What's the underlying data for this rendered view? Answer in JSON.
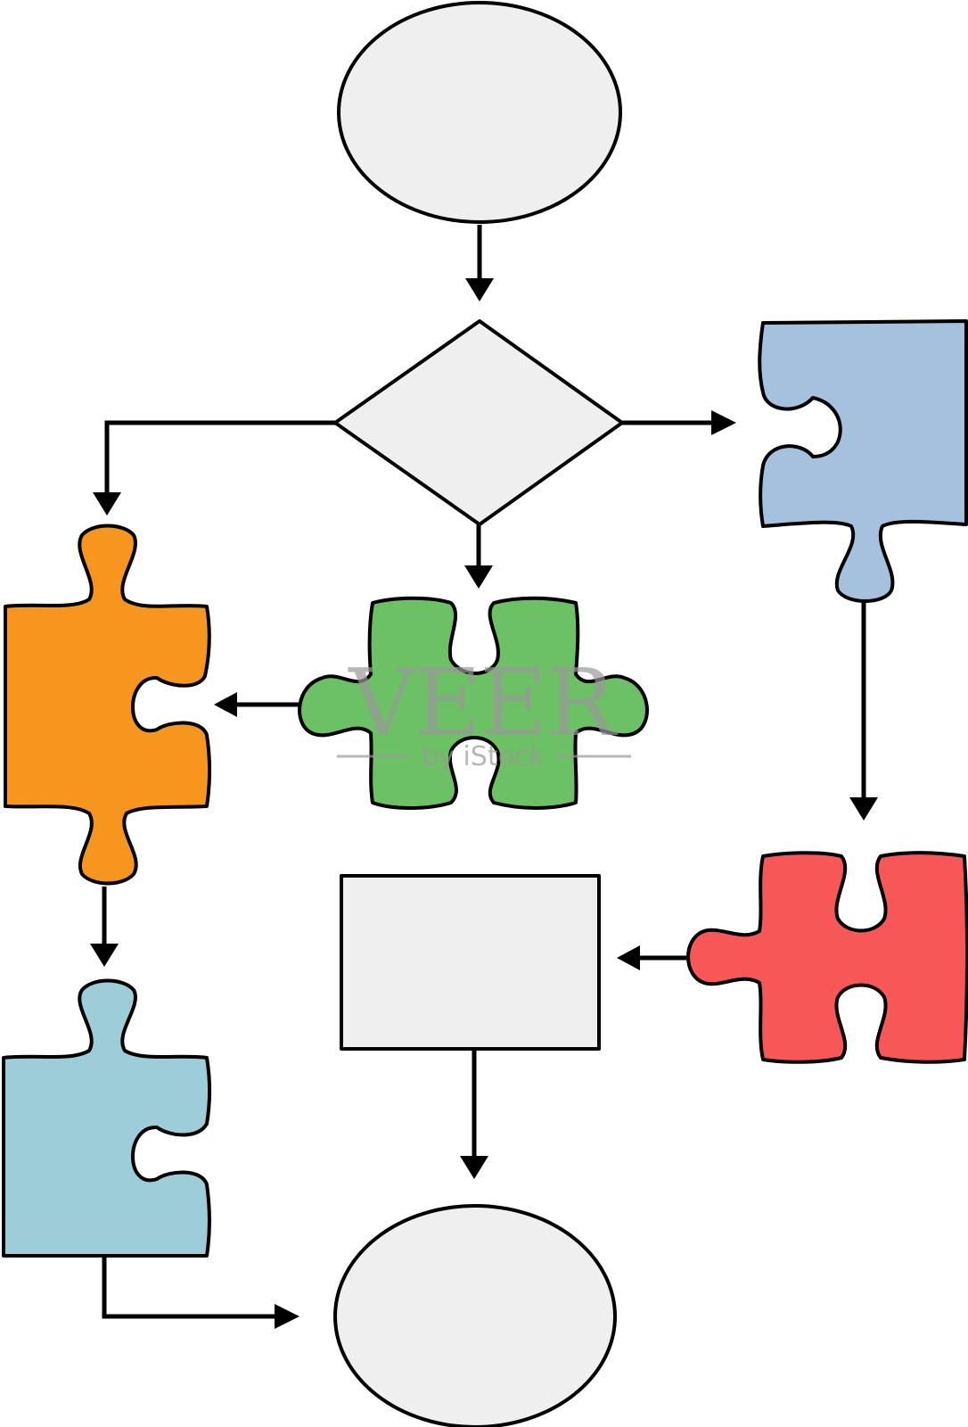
{
  "diagram": {
    "colors": {
      "terminal_fill": "#efefef",
      "decision_fill": "#efefef",
      "process_fill": "#efefef",
      "outline": "#000000",
      "piece_blue": "#a5c1dd",
      "piece_orange": "#f6961f",
      "piece_green": "#6cc165",
      "piece_red": "#f85757",
      "piece_teal": "#9ccdd8"
    },
    "shape_names": [
      "start-oval",
      "decision-diamond",
      "puzzle-piece-blue",
      "puzzle-piece-orange",
      "puzzle-piece-green",
      "puzzle-piece-red",
      "process-rectangle",
      "puzzle-piece-teal",
      "end-oval"
    ],
    "flow": [
      [
        "start-oval",
        "decision-diamond"
      ],
      [
        "decision-diamond",
        "puzzle-piece-blue"
      ],
      [
        "decision-diamond",
        "puzzle-piece-orange"
      ],
      [
        "decision-diamond",
        "puzzle-piece-green"
      ],
      [
        "puzzle-piece-green",
        "puzzle-piece-orange"
      ],
      [
        "puzzle-piece-blue",
        "puzzle-piece-red"
      ],
      [
        "puzzle-piece-red",
        "process-rectangle"
      ],
      [
        "puzzle-piece-orange",
        "puzzle-piece-teal"
      ],
      [
        "process-rectangle",
        "end-oval"
      ],
      [
        "puzzle-piece-teal",
        "end-oval"
      ]
    ]
  },
  "watermark": {
    "brand": "VEER",
    "byline": "by iStock",
    "color": "#9a9a9a"
  }
}
